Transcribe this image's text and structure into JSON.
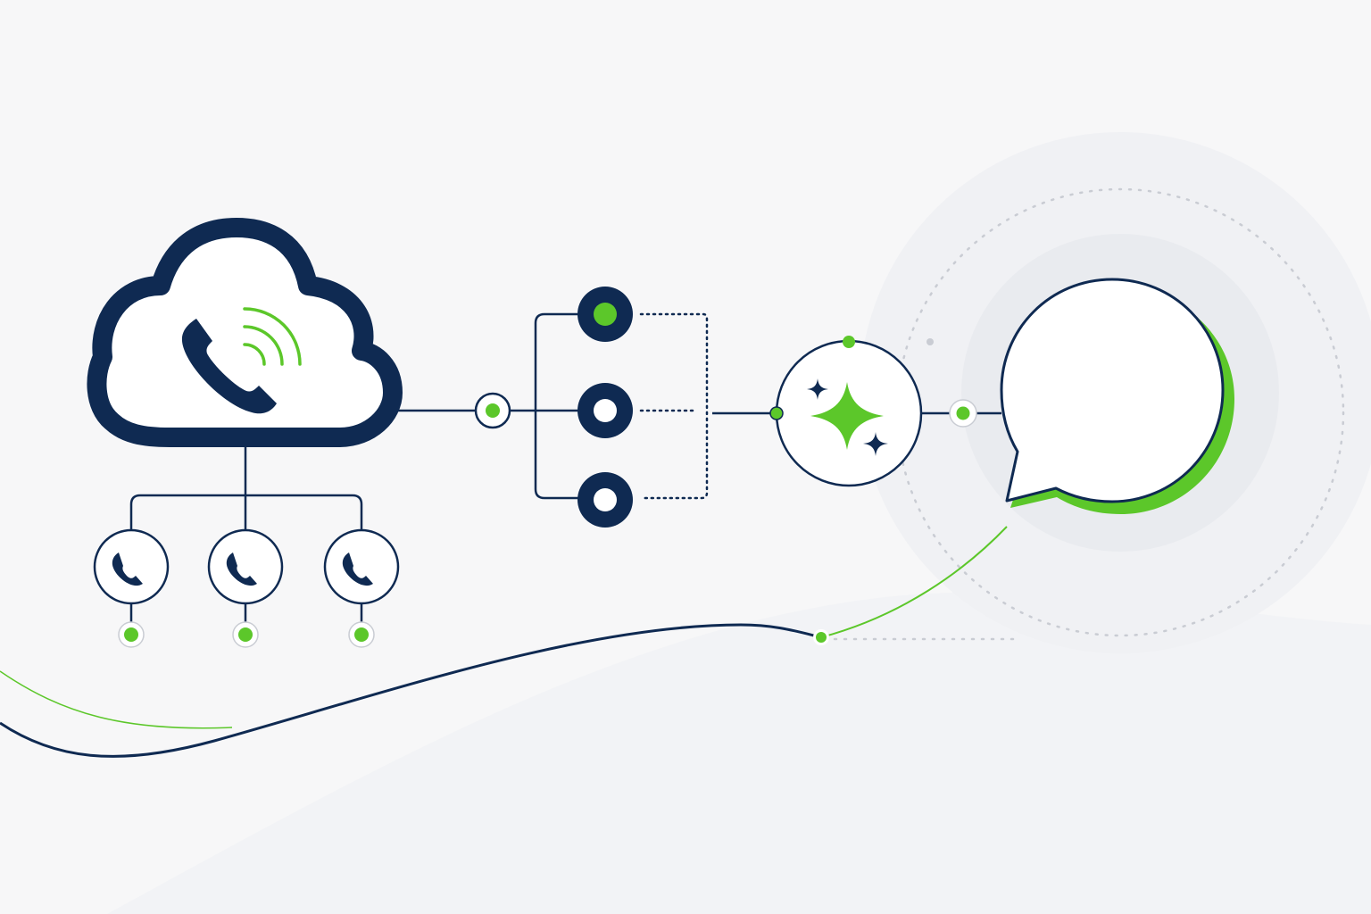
{
  "colors": {
    "background": "#f7f7f8",
    "navy": "#0f2a52",
    "green": "#5cc72a",
    "halo": "#eceef2",
    "dotted_ring": "#c9ccd3",
    "white": "#ffffff"
  },
  "diagram": {
    "text": [],
    "nodes": [
      {
        "id": "cloud-phone-server",
        "icon": "cloud-phone-icon",
        "signal": "wifi-signal-icon"
      },
      {
        "id": "extension-phone-1",
        "icon": "phone-icon",
        "status_dot": "green"
      },
      {
        "id": "extension-phone-2",
        "icon": "phone-icon",
        "status_dot": "green"
      },
      {
        "id": "extension-phone-3",
        "icon": "phone-icon",
        "status_dot": "green"
      },
      {
        "id": "connector-node",
        "icon": "green-dot"
      },
      {
        "id": "route-option-1",
        "icon": "filled-green-ring",
        "active": true
      },
      {
        "id": "route-option-2",
        "icon": "white-ring",
        "active": false
      },
      {
        "id": "route-option-3",
        "icon": "white-ring",
        "active": false
      },
      {
        "id": "ai-assistant",
        "icon": "sparkle-icon"
      },
      {
        "id": "chat-output",
        "icon": "speech-bubble-icon"
      }
    ],
    "edges": [
      {
        "from": "cloud-phone-server",
        "to": "extension-phone-1"
      },
      {
        "from": "cloud-phone-server",
        "to": "extension-phone-2"
      },
      {
        "from": "cloud-phone-server",
        "to": "extension-phone-3"
      },
      {
        "from": "cloud-phone-server",
        "to": "connector-node"
      },
      {
        "from": "connector-node",
        "to": "route-option-1"
      },
      {
        "from": "connector-node",
        "to": "route-option-2"
      },
      {
        "from": "connector-node",
        "to": "route-option-3"
      },
      {
        "from": "route-option-1",
        "to": "ai-assistant",
        "style": "dotted"
      },
      {
        "from": "route-option-2",
        "to": "ai-assistant",
        "style": "dotted"
      },
      {
        "from": "route-option-3",
        "to": "ai-assistant",
        "style": "dotted"
      },
      {
        "from": "ai-assistant",
        "to": "chat-output"
      }
    ]
  }
}
